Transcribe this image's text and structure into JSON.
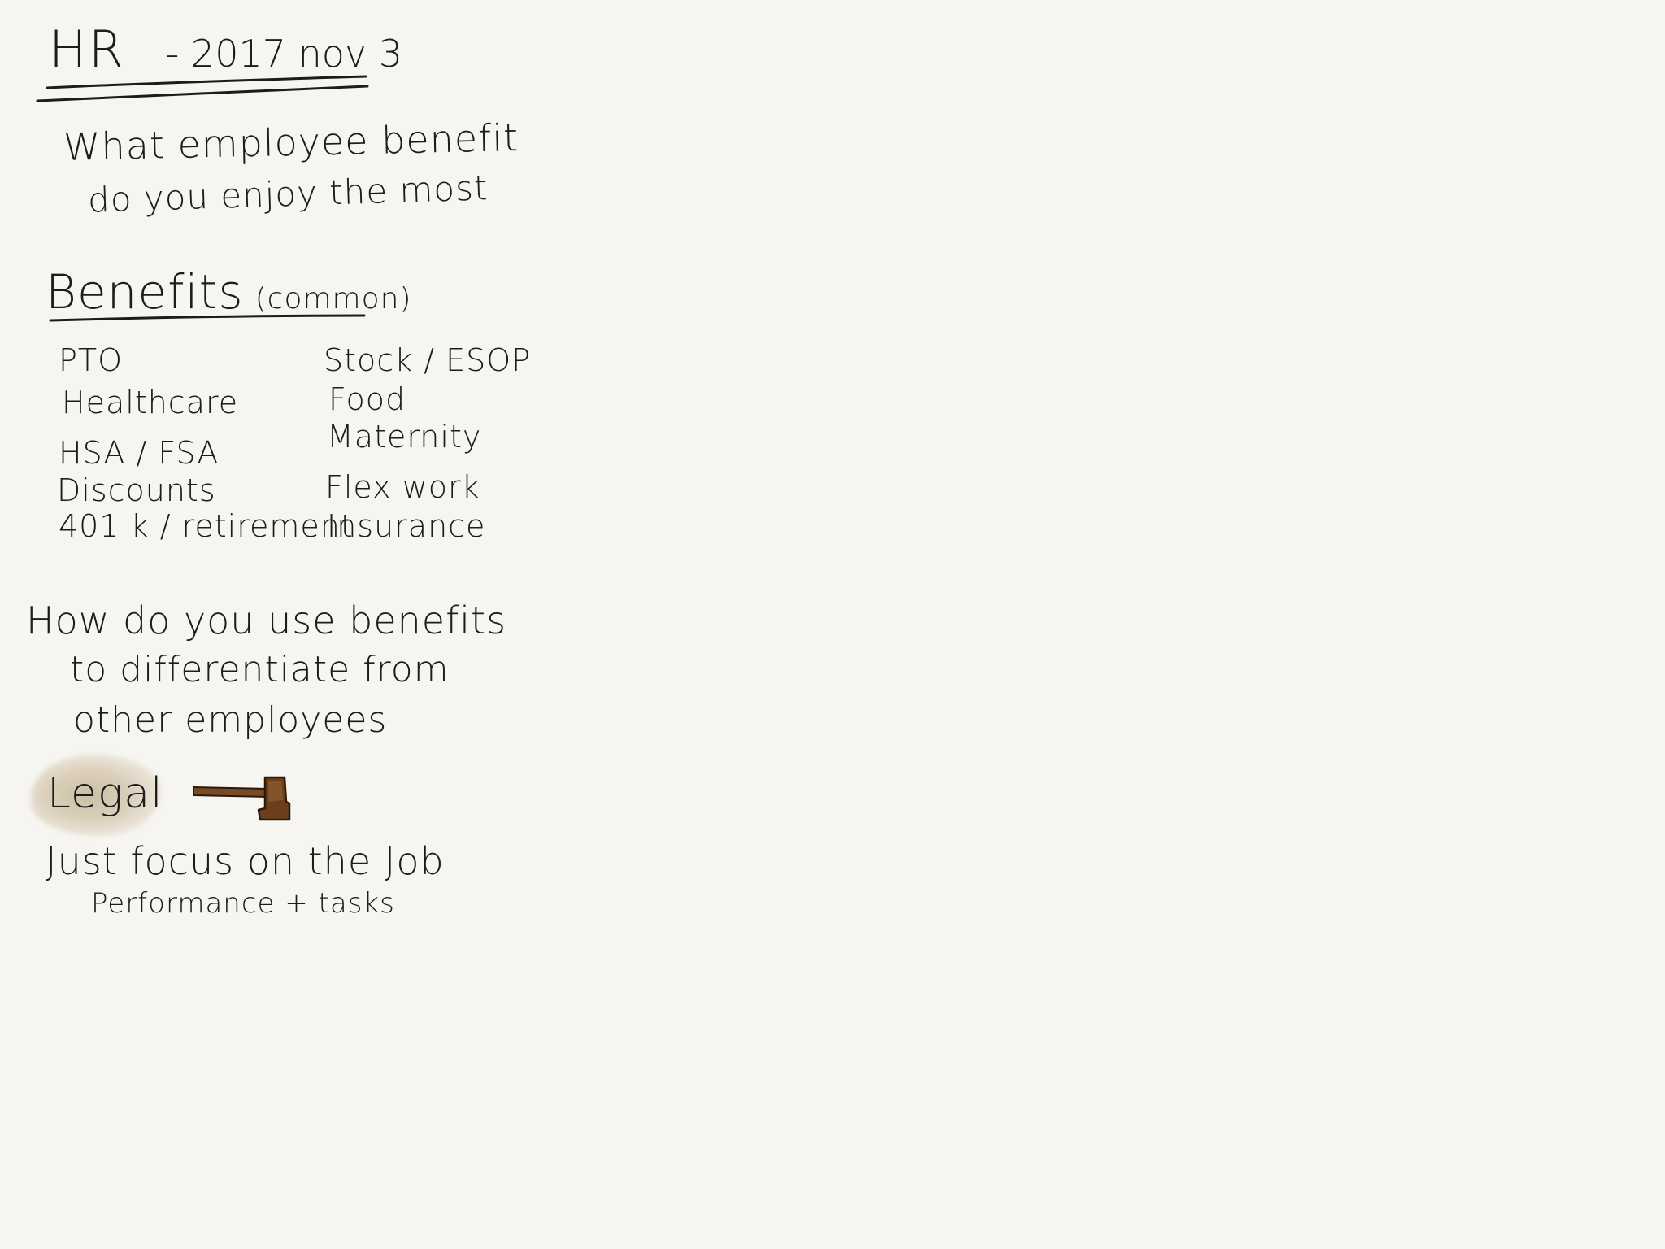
{
  "note": {
    "title": "HR",
    "date": "- 2017 nov 3",
    "question_1": {
      "line_1": "What employee benefit",
      "line_2": "do you enjoy the most"
    },
    "benefits_section": {
      "heading": "Benefits",
      "subheading": "(common)",
      "left_column": [
        "PTO",
        "Healthcare",
        "HSA / FSA",
        "Discounts",
        "401 k / retirement"
      ],
      "right_column": [
        "Stock / ESOP",
        "Food",
        "Maternity",
        "Flex work",
        "Insurance"
      ]
    },
    "question_2": {
      "line_1": "How do you use benefits",
      "line_2": "to differentiate from",
      "line_3": "other employees"
    },
    "legal_section": {
      "label": "Legal",
      "icon": "gavel-icon",
      "answer_line_1": "Just focus on the Job",
      "answer_line_2": "Performance + tasks"
    }
  },
  "colors": {
    "paper": "#f6f5f1",
    "ink": "#1c1c1c",
    "highlight": "#b9a076",
    "gavel_wood": "#7a4a22"
  }
}
